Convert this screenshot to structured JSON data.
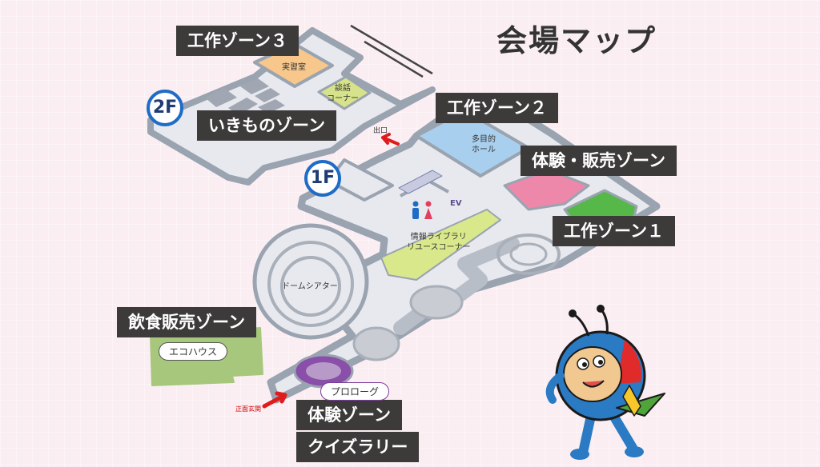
{
  "title": "会場マップ",
  "floors": {
    "second": "2F",
    "first": "1F"
  },
  "zones": {
    "craft3": "工作ゾーン３",
    "creatures": "いきものゾーン",
    "craft2": "工作ゾーン２",
    "experience_sales": "体験・販売ゾーン",
    "craft1": "工作ゾーン１",
    "food": "飲食販売ゾーン",
    "experience": "体験ゾーン",
    "quiz": "クイズラリー"
  },
  "rooms": {
    "lab": "実習室",
    "lounge": "談話\nコーナー",
    "hall": "多目的\nホール",
    "library": "情報ライブラリ\nリユースコーナー",
    "dome": "ドームシアター",
    "eco_house": "エコハウス",
    "prologue": "プロローグ",
    "ev": "EV"
  },
  "labels": {
    "exit": "出口",
    "main_entrance": "正面玄関"
  },
  "colors": {
    "zone_label": "#3d3a3a",
    "floor_badge": "#1f6cc7",
    "lab": "#f7c78c",
    "lounge": "#d6e38a",
    "hall": "#a9cfee",
    "experience_sales_area": "#ee88aa",
    "craft1_area": "#56b848",
    "library": "#d9e88b",
    "eco_area": "#a7c77d",
    "prologue": "#8a4fa8",
    "arrow": "#e01b1b"
  },
  "icons": {
    "restroom": "restroom-icon",
    "exit_arrow": "arrow-icon",
    "mascot": "mascot-character"
  }
}
